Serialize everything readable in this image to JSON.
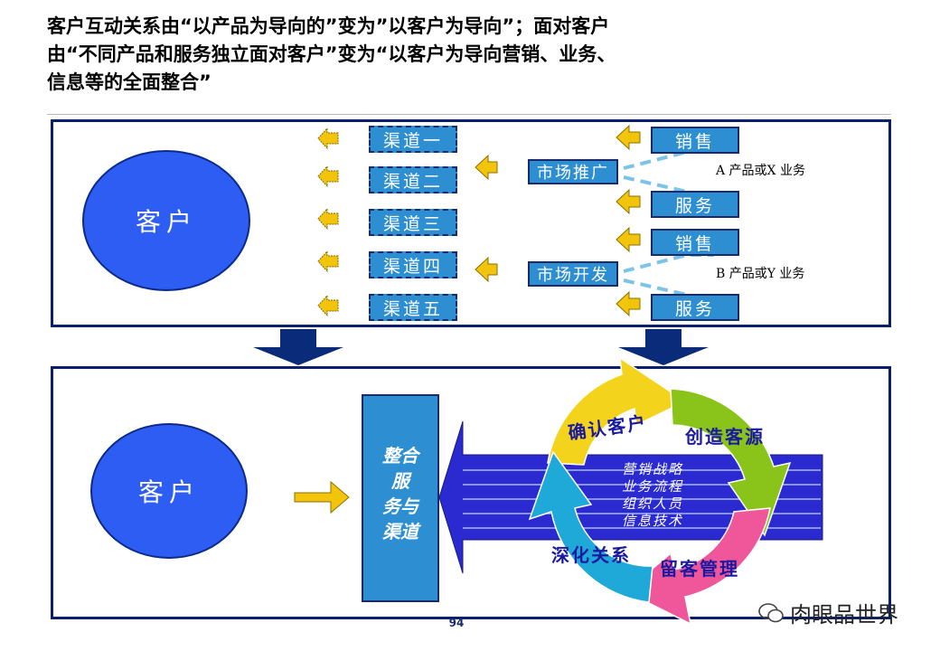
{
  "title_lines": [
    "客户互动关系由“以产品为导向的”变为”以客户为导向”；面对客户",
    "由“不同产品和服务独立面对客户”变为“以客户为导向营销、业务、",
    "信息等的全面整合”"
  ],
  "top_panel": {
    "customer": "客户",
    "channels": [
      "渠道一",
      "渠道二",
      "渠道三",
      "渠道四",
      "渠道五"
    ],
    "market_groups": [
      {
        "market": "市场推广",
        "sales": "销售",
        "service": "服务",
        "product": "A 产品或X 业务"
      },
      {
        "market": "市场开发",
        "sales": "销售",
        "service": "服务",
        "product": "B 产品或Y 业务"
      }
    ]
  },
  "bottom_panel": {
    "customer": "客户",
    "integrate_lines": [
      "整合",
      "服",
      "务与",
      "渠道"
    ],
    "cycle": {
      "segments": [
        "确认客户",
        "创造客源",
        "留客管理",
        "深化关系"
      ],
      "center_lines": [
        "营销战略",
        "业务流程",
        "组织人员",
        "信息技术"
      ]
    }
  },
  "page_number": "94",
  "watermark": "肉眼品世界",
  "colors": {
    "panel_border": "#0a1f6b",
    "ellipse": "#2d5df2",
    "box": "#2d8fd1",
    "arrow_yellow": "#f2c40c",
    "down_arrow": "#0a2a7a",
    "cycle_yellow": "#f3d31c",
    "cycle_green": "#8ac41a",
    "cycle_pink": "#f0569a",
    "cycle_cyan": "#1fa9d8",
    "bar_blue": "#2a2ad0"
  }
}
